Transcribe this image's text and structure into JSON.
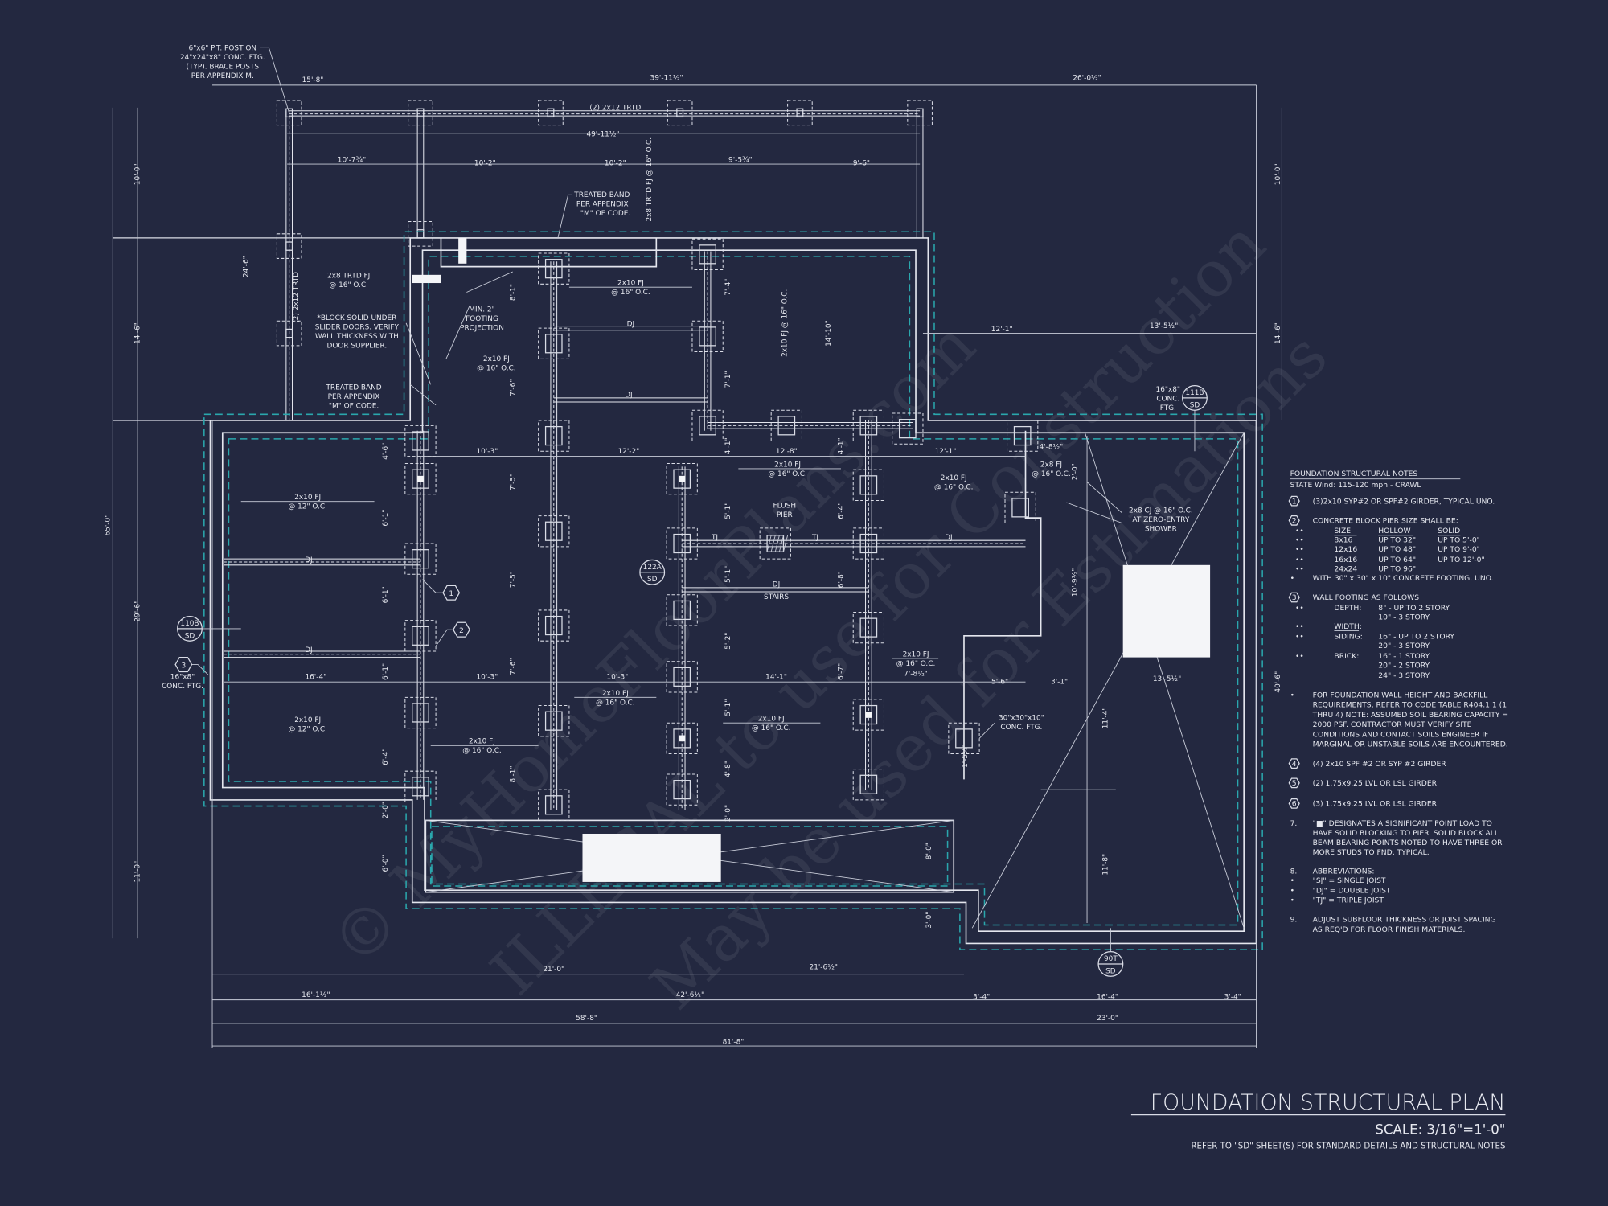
{
  "title": {
    "main": "FOUNDATION STRUCTURAL PLAN",
    "scale": "SCALE: 3/16\"=1'-0\"",
    "refer": "REFER TO \"SD\" SHEET(S) FOR STANDARD DETAILS AND STRUCTURAL NOTES"
  },
  "notes": {
    "heading": "FOUNDATION STRUCTURAL NOTES",
    "state": "STATE Wind: 115-120 mph - CRAWL",
    "n1": {
      "marker": "1",
      "text": "(3)2x10 SYP#2 OR SPF#2 GIRDER, TYPICAL UNO."
    },
    "n2": {
      "marker": "2",
      "text": "CONCRETE BLOCK PIER SIZE SHALL BE:",
      "headers": [
        "SIZE",
        "HOLLOW",
        "SOLID"
      ],
      "rows": [
        [
          "8x16",
          "UP TO 32\"",
          "UP TO 5'-0\""
        ],
        [
          "12x16",
          "UP TO 48\"",
          "UP TO 9'-0\""
        ],
        [
          "16x16",
          "UP TO 64\"",
          "UP TO 12'-0\""
        ],
        [
          "24x24",
          "UP TO 96\"",
          ""
        ]
      ],
      "footing": "WITH 30\" x 30\" x 10\" CONCRETE FOOTING, UNO."
    },
    "n3": {
      "marker": "3",
      "text": "WALL FOOTING AS FOLLOWS",
      "depth_label": "DEPTH:",
      "depth": [
        "8\" - UP TO 2 STORY",
        "10\" - 3 STORY"
      ],
      "width_label": "WIDTH:",
      "siding_label": "SIDING:",
      "siding": [
        "16\" - UP TO 2 STORY",
        "20\" - 3 STORY"
      ],
      "brick_label": "BRICK:",
      "brick": [
        "16\" - 1 STORY",
        "20\" - 2 STORY",
        "24\" - 3 STORY"
      ]
    },
    "wall_note": [
      "FOR FOUNDATION WALL HEIGHT AND BACKFILL",
      "REQUIREMENTS, REFER TO CODE TABLE R404.1.1 (1",
      "THRU 4) NOTE: ASSUMED SOIL BEARING CAPACITY =",
      "2000 PSF. CONTRACTOR MUST VERIFY SITE",
      "CONDITIONS AND CONTACT SOILS ENGINEER IF",
      "MARGINAL OR UNSTABLE SOILS ARE ENCOUNTERED."
    ],
    "n4": {
      "marker": "4",
      "text": "(4) 2x10 SPF #2 OR SYP #2 GIRDER"
    },
    "n5": {
      "marker": "5",
      "text": "(2) 1.75x9.25 LVL OR LSL GIRDER"
    },
    "n6": {
      "marker": "6",
      "text": "(3) 1.75x9.25 LVL OR LSL GIRDER"
    },
    "n7": {
      "marker": "7.",
      "lines": [
        "\"■\" DESIGNATES A SIGNIFICANT POINT LOAD TO",
        "HAVE SOLID BLOCKING TO  PIER. SOLID BLOCK ALL",
        "BEAM BEARING POINTS NOTED TO HAVE THREE OR",
        "MORE STUDS TO FND, TYPICAL."
      ]
    },
    "n8": {
      "marker": "8.",
      "text": "ABBREVIATIONS:",
      "items": [
        "\"SJ\" = SINGLE JOIST",
        "\"DJ\" = DOUBLE JOIST",
        "\"TJ\" = TRIPLE JOIST"
      ]
    },
    "n9": {
      "marker": "9.",
      "lines": [
        "ADJUST SUBFLOOR THICKNESS OR JOIST SPACING",
        "AS REQ'D FOR FLOOR FINISH MATERIALS."
      ]
    }
  },
  "callouts": {
    "post": [
      "6\"x6\" P.T. POST ON",
      "24\"x24\"x8\" CONC. FTG.",
      "(TYP). BRACE POSTS",
      "PER APPENDIX M."
    ],
    "porch_beam": "(2) 2x12 TRTD",
    "porch_beam_left": "(2) 2x12 TRTD",
    "porch_joist_v": "2x8 TRTD FJ @ 16\" O.C.",
    "porch_joist": [
      "2x8 TRTD FJ",
      "@ 16\" O.C."
    ],
    "treated_band_top": [
      "TREATED BAND",
      "PER APPENDIX",
      "\"M\" OF CODE."
    ],
    "treated_band_left": [
      "TREATED BAND",
      "PER APPENDIX",
      "\"M\" OF CODE."
    ],
    "block_solid": [
      "*BLOCK SOLID UNDER",
      "SLIDER DOORS. VERIFY",
      "WALL THICKNESS WITH",
      "DOOR SUPPLIER."
    ],
    "min_footing": [
      "MIN. 2\"",
      "FOOTING",
      "PROJECTION"
    ],
    "fj16": [
      "2x10 FJ",
      "@ 16\" O.C."
    ],
    "fj12": [
      "2x10 FJ",
      "@ 12\" O.C."
    ],
    "fj16_v": "2x10 FJ @ 16\" O.C.",
    "fj8": [
      "2x8 FJ",
      "@ 16\" O.C."
    ],
    "cj": [
      "2x8 CJ @ 16\" O.C.",
      "AT ZERO-ENTRY",
      "SHOWER"
    ],
    "dj": "DJ",
    "tj": "TJ",
    "stairs": "STAIRS",
    "flush_pier": [
      "FLUSH",
      "PIER"
    ],
    "conc_ftg_16": [
      "16\"x8\"",
      "CONC.",
      "FTG."
    ],
    "conc_ftg_16_left": [
      "16\"x8\"",
      "CONC. FTG."
    ],
    "conc_ftg_30": [
      "30\"x30\"x10\"",
      "CONC. FTG."
    ],
    "tag_111b": [
      "111B",
      "SD"
    ],
    "tag_110b": [
      "110B",
      "SD"
    ],
    "tag_122a": [
      "122A",
      "SD"
    ],
    "tag_90t": [
      "90T",
      "SD"
    ],
    "hex1": "1",
    "hex2": "2",
    "hex3": "3"
  },
  "dims": {
    "top": [
      "15'-8\"",
      "39'-11½\"",
      "26'-0½\""
    ],
    "porch_overall": "49'-11½\"",
    "porch_bays": [
      "10'-7¾\"",
      "10'-2\"",
      "10'-2\"",
      "9'-5¾\"",
      "9'-6\""
    ],
    "left": [
      "10'-0\"",
      "24'-6\"",
      "14'-6\"",
      "65'-0\"",
      "29'-6\"",
      "11'-0\""
    ],
    "right": [
      "10'-0\"",
      "14'-6\"",
      "40'-6\""
    ],
    "bottom_row1": [
      "21'-0\"",
      "21'-6½\""
    ],
    "bottom_row2": [
      "16'-1½\"",
      "42'-6½\"",
      "3'-4\"",
      "16'-4\"",
      "3'-4\""
    ],
    "bottom_row3": [
      "58'-8\"",
      "23'-0\""
    ],
    "bottom_overall": "81'-8\"",
    "row_a": [
      "10'-3\"",
      "12'-2\"",
      "12'-8\"",
      "12'-1\"",
      "4'-8½\""
    ],
    "row_b": [
      "16'-4\"",
      "10'-3\"",
      "10'-3\"",
      "14'-1\""
    ],
    "row_c": [
      "12'-1\"",
      "13'-5½\""
    ],
    "row_d": [
      "5'-6\"",
      "3'-1\"",
      "13'-5½\"",
      "7'-8½\""
    ],
    "verticals": [
      "7'-4\"",
      "7'-1\"",
      "14'-10\"",
      "8'-1\"",
      "7'-6\"",
      "4'-6\"",
      "6'-1\"",
      "6'-1\"",
      "6'-1\"",
      "6'-4\"",
      "7'-5\"",
      "7'-5\"",
      "7'-6\"",
      "8'-1\"",
      "5'-1\"",
      "5'-1\"",
      "5'-2\"",
      "5'-1\"",
      "4'-8\"",
      "4'-1\"",
      "4'-1\"",
      "6'-4\"",
      "6'-8\"",
      "6'-7\"",
      "10'-9½\"",
      "11'-4\"",
      "11'-8\"",
      "8'-0\"",
      "3'-0\"",
      "2'-0\"",
      "6'-0\"",
      "2'-0\"",
      "2'-0\"",
      "1'-5½\""
    ]
  },
  "watermark": [
    "© MyHomeFloorPlans.com",
    "ILLEGAL to use for Construction",
    "May be used for Estimations"
  ],
  "colors": {
    "background": "#232840",
    "linework": "#d9dce6",
    "footing_dash": "#2aa7ad"
  }
}
